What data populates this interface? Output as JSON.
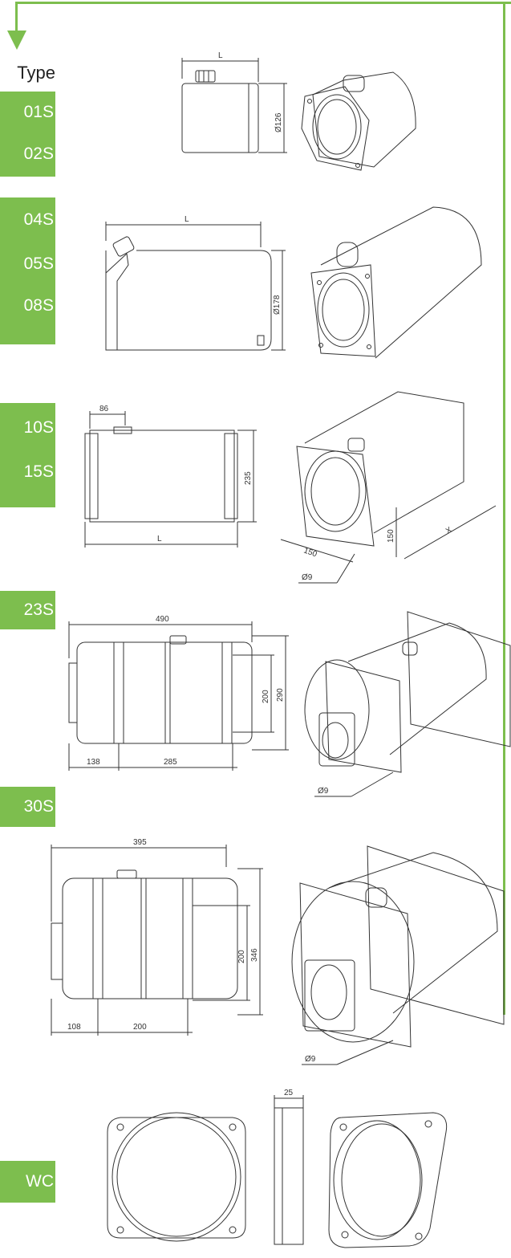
{
  "header": {
    "type_label": "Type"
  },
  "groups": [
    {
      "items": [
        "01S",
        "02S"
      ]
    },
    {
      "items": [
        "04S",
        "05S",
        "08S"
      ]
    },
    {
      "items": [
        "10S",
        "15S"
      ]
    },
    {
      "items": [
        "23S"
      ]
    },
    {
      "items": [
        "30S"
      ]
    },
    {
      "items": [
        "WC"
      ]
    }
  ],
  "dimensions": {
    "row1": {
      "length": "L",
      "diameter": "Ø126"
    },
    "row2": {
      "length": "L",
      "diameter": "Ø178"
    },
    "row3": {
      "offset": "86",
      "height": "235",
      "length": "L",
      "flange_a": "150",
      "flange_b": "150",
      "depth": "X",
      "hole": "Ø9"
    },
    "row4": {
      "length": "490",
      "height_inner": "200",
      "height_outer": "290",
      "offset": "138",
      "spacing": "285",
      "hole": "Ø9"
    },
    "row5": {
      "length": "395",
      "height_inner": "200",
      "height_outer": "346",
      "offset": "108",
      "spacing": "200",
      "hole": "Ø9"
    },
    "row6": {
      "thickness": "25"
    }
  },
  "colors": {
    "accent": "#7dbe4e",
    "badge_text": "#ffffff",
    "line_drawing": "#333333"
  }
}
